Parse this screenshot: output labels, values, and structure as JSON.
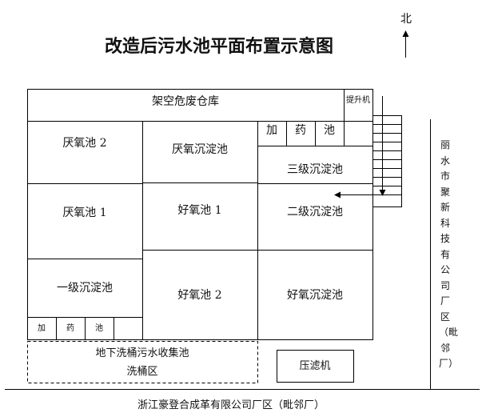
{
  "title": "改造后污水池平面布置示意图",
  "north_label": "北",
  "rooms": {
    "storage": "架空危废仓库",
    "lift": "提升机",
    "anaerobic_2": "厌氧池 2",
    "anaerobic_1": "厌氧池 1",
    "anaerobic_settling": "厌氧沉淀池",
    "dosing_top": [
      "加",
      "药",
      "池"
    ],
    "tertiary_settling": "三级沉淀池",
    "aerobic_1": "好氧池 1",
    "secondary_settling": "二级沉淀池",
    "primary_settling": "一级沉淀池",
    "aerobic_2": "好氧池 2",
    "aerobic_settling": "好氧沉淀池",
    "dosing_bottom": [
      "加",
      "药",
      "池"
    ],
    "underground_tank": "地下洗桶污水收集池",
    "barrel_area": "洗桶区",
    "filter_press": "压滤机"
  },
  "neighbor_label": "丽水市聚新科技有公司厂区（毗邻厂）",
  "bottom_label": "浙江豪登合成革有限公司厂区（毗邻厂）"
}
